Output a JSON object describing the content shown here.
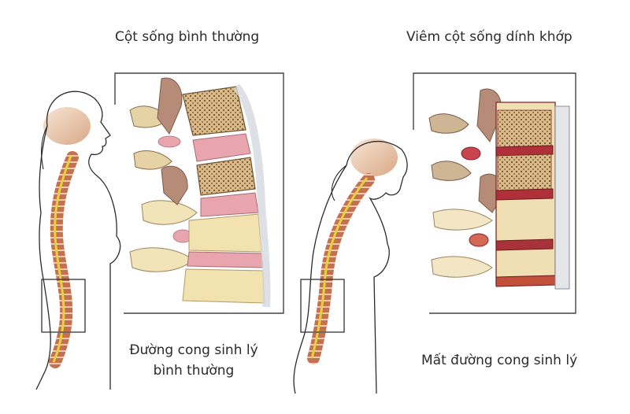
{
  "panels": [
    {
      "id": "normal",
      "title": "Cột sống bình thường",
      "caption_line1": "Đường cong sinh lý",
      "caption_line2": "bình thường",
      "posture": "upright"
    },
    {
      "id": "ankylosing",
      "title": "Viêm cột sống dính khớp",
      "caption_line1": "Mất đường cong sinh lý",
      "posture": "stooped"
    }
  ],
  "colors": {
    "outline": "#2b2b2b",
    "bone": "#e9d6a8",
    "bone_dark": "#b89a76",
    "disc": "#e8a5ae",
    "disc_inflamed": "#b0303a",
    "spinal_cord": "#e6d23a",
    "vertebra_column": "#c56b4a",
    "ligament": "#dfe3e8",
    "skin": "#f2d8bf"
  }
}
